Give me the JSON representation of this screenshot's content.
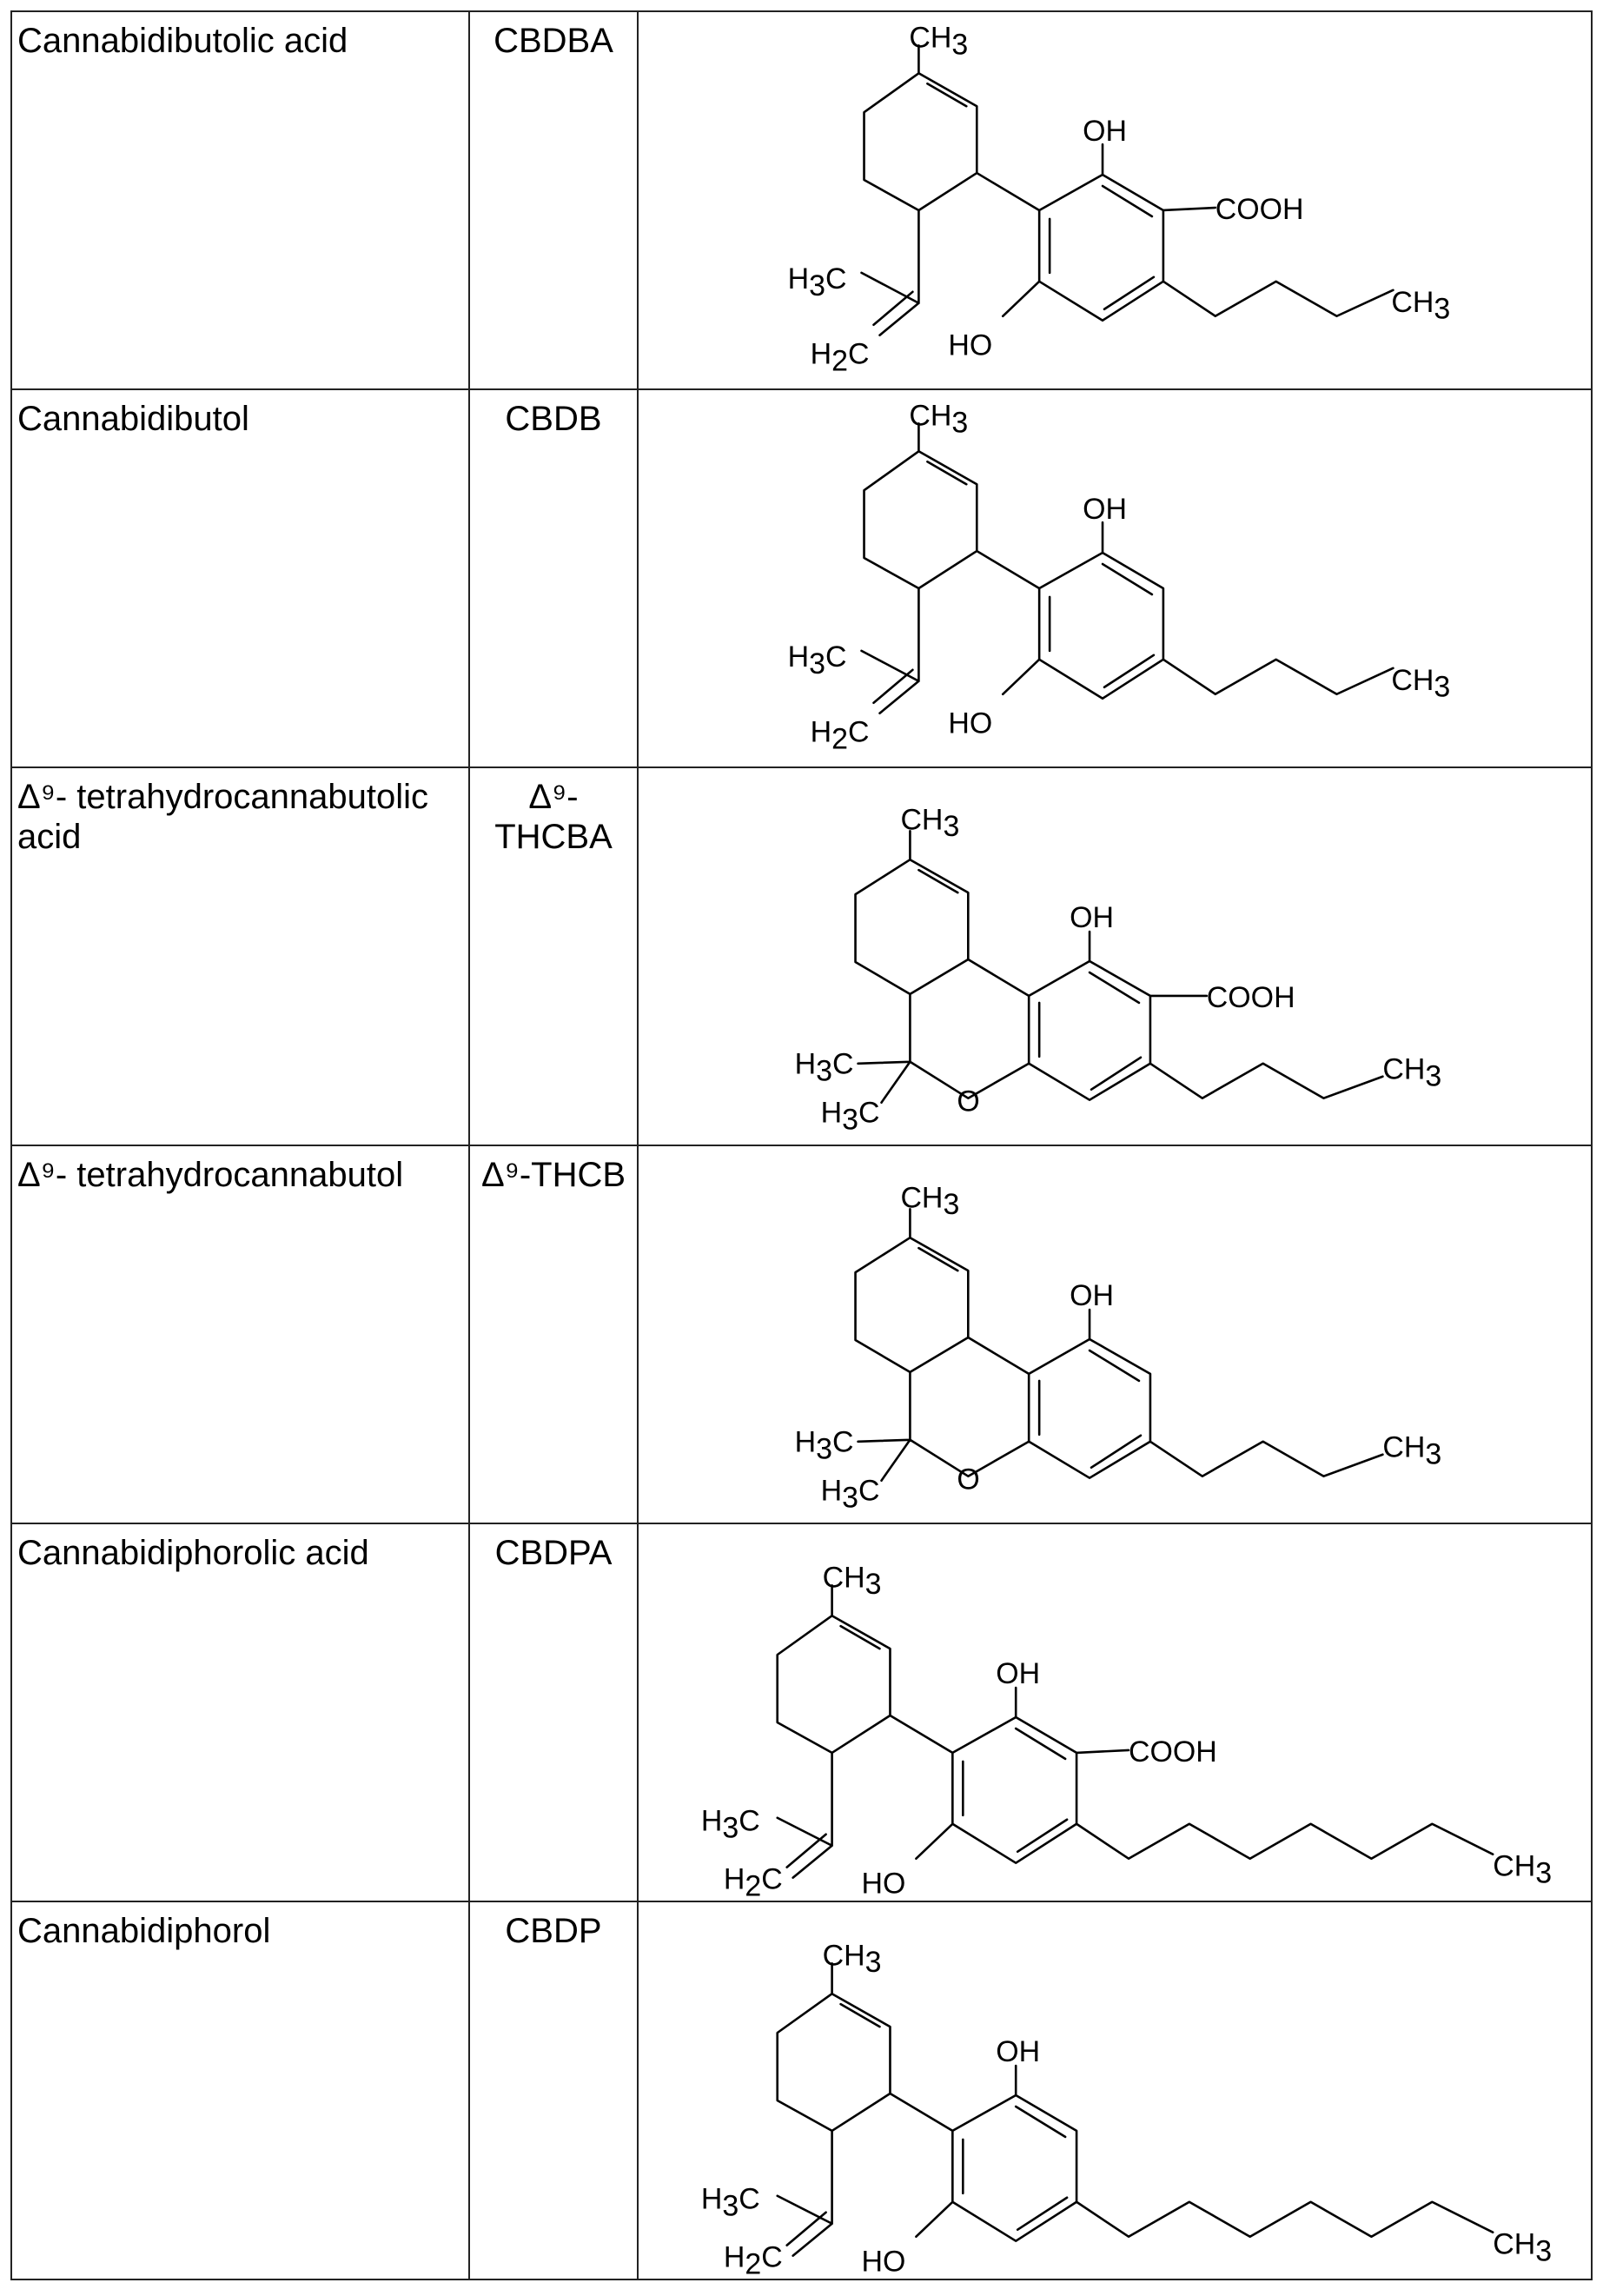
{
  "rows": [
    {
      "name": "Cannabidibutolic acid",
      "abbr": "CBDBA",
      "labels": {
        "methyl": "CH",
        "methyl_sub": "3",
        "oh_top": "OH",
        "acid": "COOH",
        "h3c": "H",
        "h3c_sub": "3",
        "h3c_c": "C",
        "h2c": "H",
        "h2c_sub": "2",
        "h2c_c": "C",
        "ho": "HO",
        "tail": "CH",
        "tail_sub": "3"
      }
    },
    {
      "name": "Cannabidibutol",
      "abbr": "CBDB",
      "labels": {
        "methyl": "CH",
        "methyl_sub": "3",
        "oh_top": "OH",
        "h3c": "H",
        "h3c_sub": "3",
        "h3c_c": "C",
        "h2c": "H",
        "h2c_sub": "2",
        "h2c_c": "C",
        "ho": "HO",
        "tail": "CH",
        "tail_sub": "3"
      }
    },
    {
      "name": "Δ⁹- tetrahydrocannabutolic acid",
      "abbr": "Δ⁹- THCBA",
      "labels": {
        "methyl": "CH",
        "methyl_sub": "3",
        "oh_top": "OH",
        "acid": "COOH",
        "h3c": "H",
        "h3c_sub": "3",
        "h3c_c": "C",
        "h3c2": "H",
        "h3c2_sub": "3",
        "h3c2_c": "C",
        "o": "O",
        "tail": "CH",
        "tail_sub": "3"
      }
    },
    {
      "name": "Δ⁹- tetrahydrocannabutol",
      "abbr": "Δ⁹-THCB",
      "labels": {
        "methyl": "CH",
        "methyl_sub": "3",
        "oh_top": "OH",
        "h3c": "H",
        "h3c_sub": "3",
        "h3c_c": "C",
        "h3c2": "H",
        "h3c2_sub": "3",
        "h3c2_c": "C",
        "o": "O",
        "tail": "CH",
        "tail_sub": "3"
      }
    },
    {
      "name": "Cannabidiphorolic acid",
      "abbr": "CBDPA",
      "labels": {
        "methyl": "CH",
        "methyl_sub": "3",
        "oh_top": "OH",
        "acid": "COOH",
        "h3c": "H",
        "h3c_sub": "3",
        "h3c_c": "C",
        "h2c": "H",
        "h2c_sub": "2",
        "h2c_c": "C",
        "ho": "HO",
        "tail": "CH",
        "tail_sub": "3"
      }
    },
    {
      "name": "Cannabidiphorol",
      "abbr": "CBDP",
      "labels": {
        "methyl": "CH",
        "methyl_sub": "3",
        "oh_top": "OH",
        "h3c": "H",
        "h3c_sub": "3",
        "h3c_c": "C",
        "h2c": "H",
        "h2c_sub": "2",
        "h2c_c": "C",
        "ho": "HO",
        "tail": "CH",
        "tail_sub": "3"
      }
    }
  ]
}
